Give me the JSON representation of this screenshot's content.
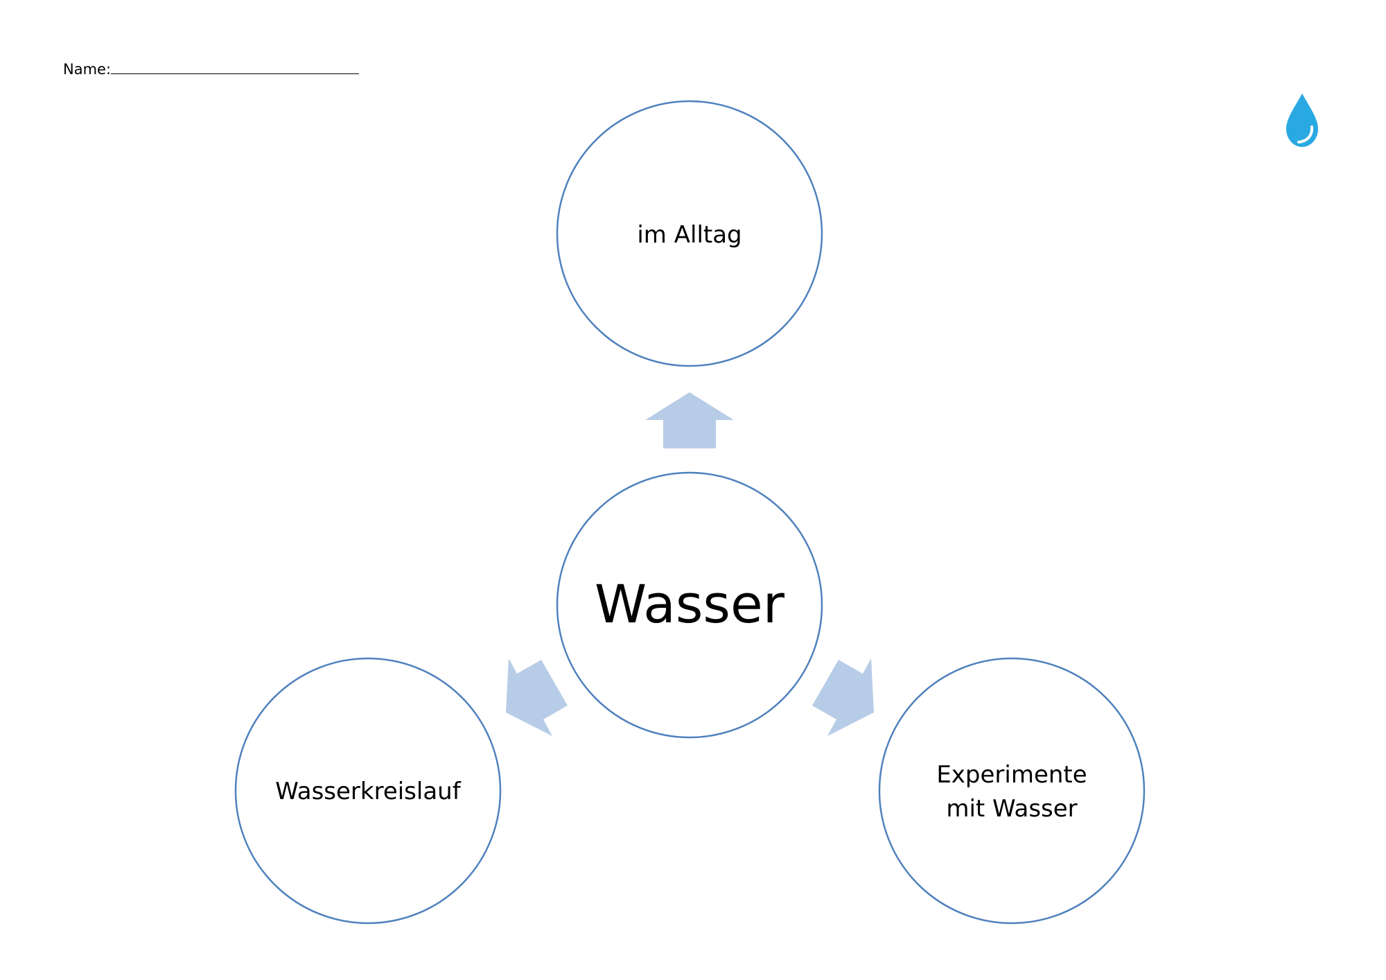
{
  "header": {
    "name_label": "Name:"
  },
  "center": {
    "label": "Wasser"
  },
  "nodes": [
    {
      "lines": [
        "im Alltag"
      ]
    },
    {
      "lines": [
        "Wasserkreislauf"
      ]
    },
    {
      "lines": [
        "Experimente",
        "mit Wasser"
      ]
    }
  ],
  "icons": {
    "water_drop": "water-drop-icon"
  },
  "colors": {
    "circle_stroke": "#4f81bd",
    "arrow_fill": "#b7cce7",
    "drop_fill": "#29a9e1"
  }
}
